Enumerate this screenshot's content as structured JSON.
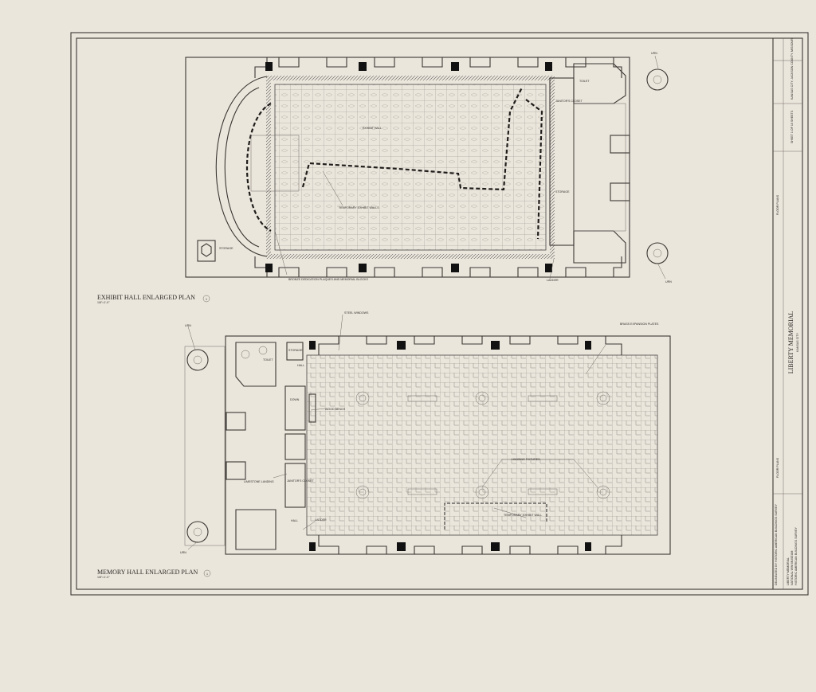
{
  "sheet": {
    "title": "LIBERTY MEMORIAL",
    "location": "KANSAS CITY",
    "sheet_number": "SHEET 1 OF 10 SHEETS",
    "state_block": "KANSAS CITY, JACKSON COUNTY, MISSOURI",
    "drawing_subject": "FLOOR PLANS",
    "project_block": [
      "LIBERTY MEMORIAL",
      "NATIONAL WWI MUSEUM",
      "HISTORIC AMERICAN BUILDINGS SURVEY"
    ],
    "credit": "DELINEATED BY HISTORIC AMERICAN BUILDINGS SURVEY"
  },
  "exhibit_plan": {
    "title": "EXHIBIT HALL ENLARGED PLAN",
    "scale": "1/8\"=1'-0\"",
    "north": "1",
    "labels": {
      "hall": "EXHIBIT HALL",
      "walls": "TEMPORARY EXHIBIT WALLS",
      "plaques": "BRONZE DEDICATION PLAQUES AND MEMORIAL BLOCKS",
      "toilet": "TOILET",
      "closet": "JANITOR'S CLOSET",
      "storage": "STORAGE",
      "storage_left": "STORAGE",
      "ladder": "LADDER",
      "urn_top": "URN",
      "urn_bottom": "URN"
    }
  },
  "memory_plan": {
    "title": "MEMORY HALL ENLARGED PLAN",
    "scale": "1/8\"=1'-0\"",
    "north": "1",
    "labels": {
      "urn_top": "URN",
      "urn_bottom": "URN",
      "windows": "STEEL WINDOWS",
      "plates": "BRASS EXPANSION PLATES",
      "toilet": "TOILET",
      "storage": "STORAGE",
      "hall": "HALL",
      "down": "DOWN",
      "bench": "WOOD BENCH",
      "landing": "LIMESTONE LANDING",
      "closet": "JANITOR'S CLOSET",
      "hall2": "HALL",
      "ladder": "LADDER",
      "fixtures": "HANGING FIXTURES",
      "wall": "TEMPORARY EXHIBIT WALL"
    }
  }
}
